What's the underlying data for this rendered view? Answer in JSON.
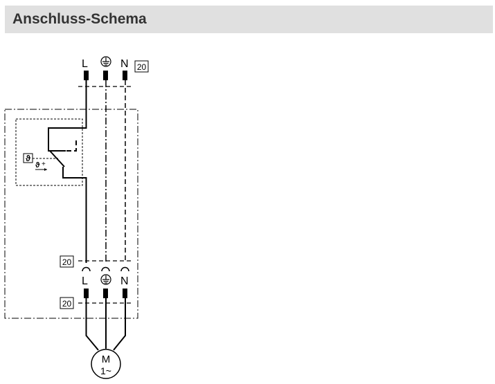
{
  "header": {
    "title": "Anschluss-Schema"
  },
  "supply_terminals": {
    "line_label": "L",
    "earth_icon": "earth-ground-icon",
    "neutral_label": "N",
    "ref_number": "20"
  },
  "thermostat": {
    "symbol": "ϑ",
    "adjust_symbol": "ϑ",
    "adjust_sign": "+"
  },
  "plug_connector": {
    "ref_number": "20",
    "line_label": "L",
    "earth_icon": "earth-ground-icon",
    "neutral_label": "N"
  },
  "motor_terminals": {
    "ref_number": "20"
  },
  "motor": {
    "label": "M",
    "phase_label": "1~"
  },
  "colors": {
    "header_background": "#e0e0e0",
    "header_text": "#333333",
    "lines": "#000000"
  }
}
